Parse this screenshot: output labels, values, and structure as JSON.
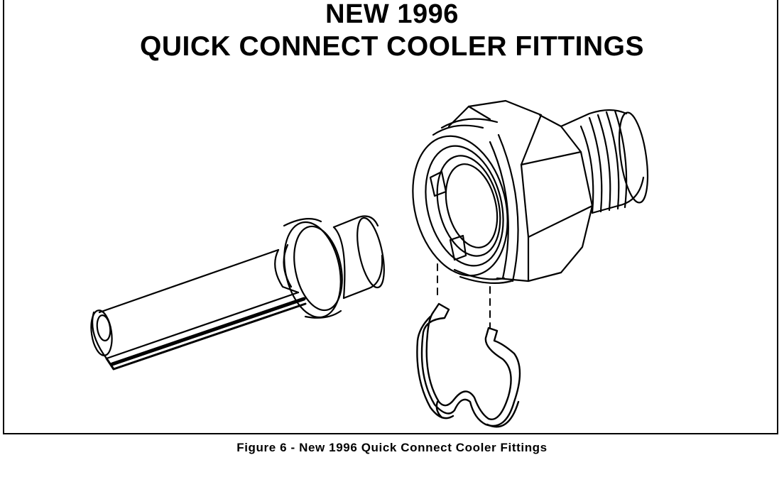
{
  "figure": {
    "title_line1": "NEW 1996",
    "title_line2": "QUICK CONNECT COOLER FITTINGS",
    "caption": "Figure 6 - New 1996 Quick Connect Cooler Fittings"
  },
  "parts": [
    {
      "name": "tube-end-fitting",
      "shown": "metal tube with raised bead"
    },
    {
      "name": "quick-connect-fitting",
      "shown": "hex fitting with threaded end"
    },
    {
      "name": "retaining-clip",
      "shown": "wire retaining clip"
    }
  ],
  "colors": {
    "line": "#000000",
    "background": "#ffffff"
  }
}
